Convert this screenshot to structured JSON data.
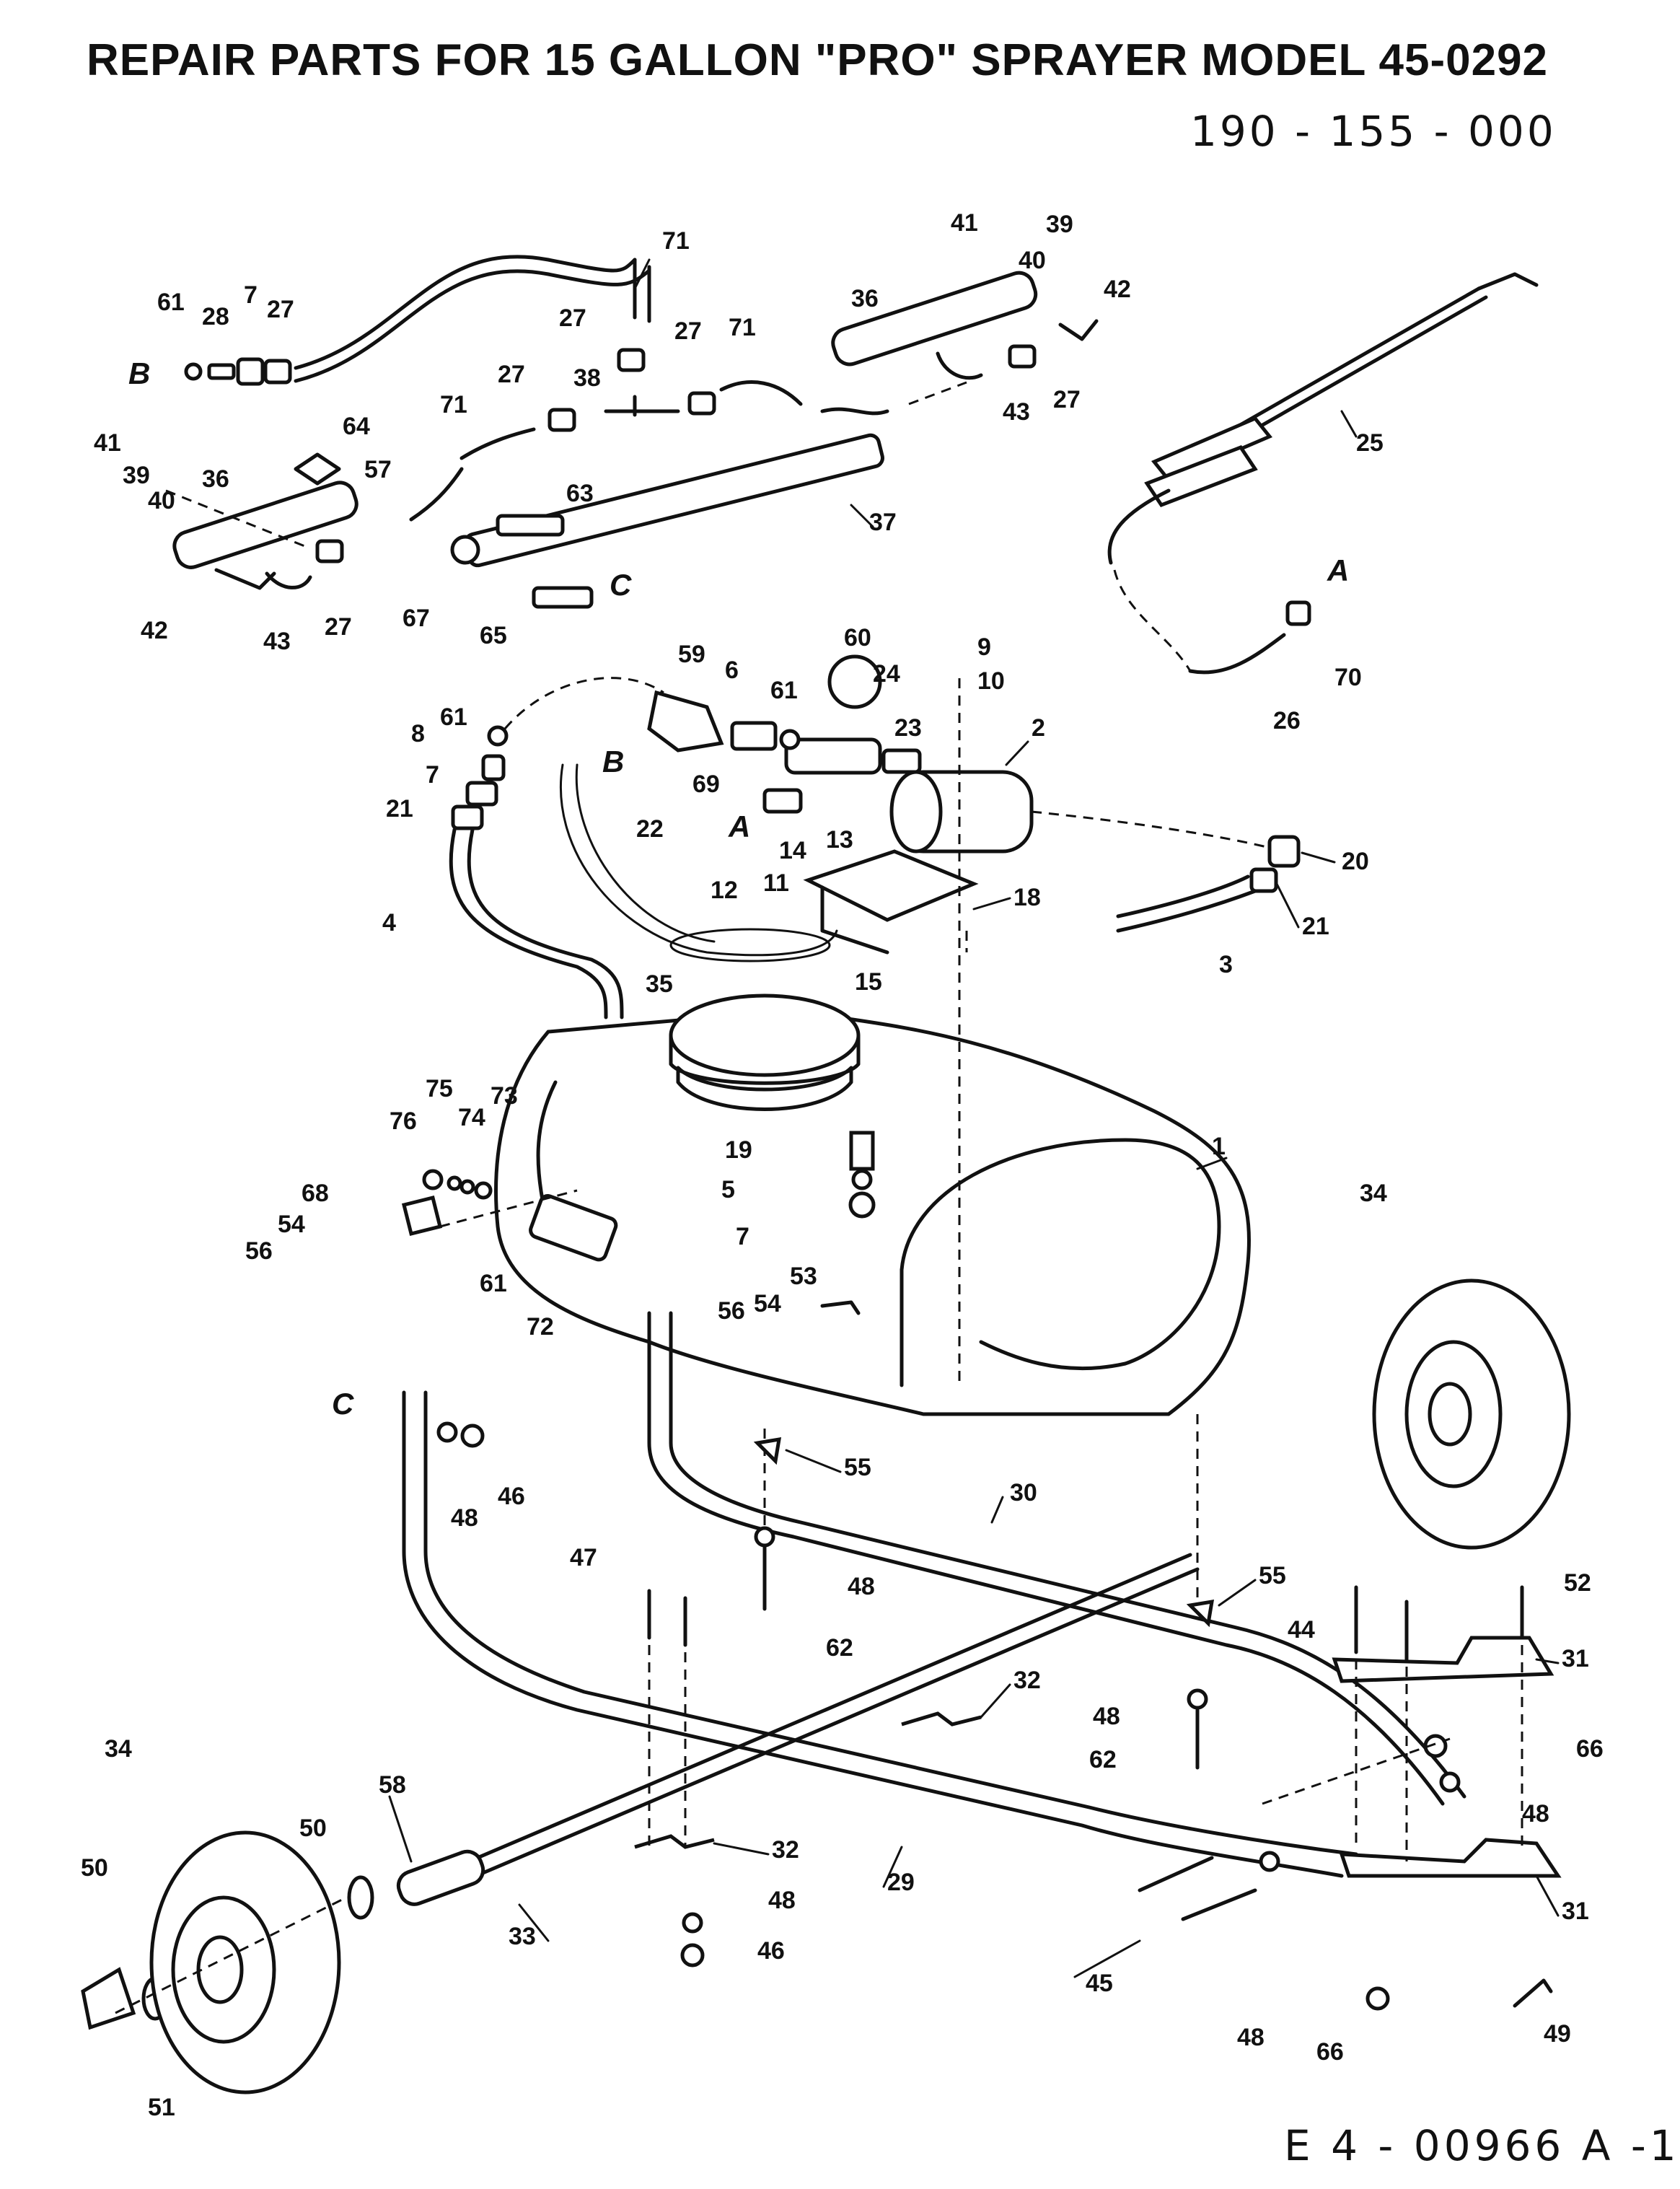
{
  "header": {
    "title": "REPAIR PARTS FOR 15 GALLON \"PRO\" SPRAYER  MODEL 45-0292",
    "part_number": "190 - 155 - 000"
  },
  "footer": {
    "drawing_number": "E 4 - 00966 A -1"
  },
  "callouts": {
    "c1": "1",
    "c2": "2",
    "c3": "3",
    "c4": "4",
    "c5": "5",
    "c6": "6",
    "c7a": "7",
    "c7b": "7",
    "c7c": "7",
    "c8": "8",
    "c9": "9",
    "c10": "10",
    "c11": "11",
    "c12": "12",
    "c13": "13",
    "c14": "14",
    "c15": "15",
    "c18": "18",
    "c19": "19",
    "c20": "20",
    "c21a": "21",
    "c21b": "21",
    "c22": "22",
    "c23": "23",
    "c24": "24",
    "c25": "25",
    "c26": "26",
    "c27a": "27",
    "c27b": "27",
    "c27c": "27",
    "c27d": "27",
    "c27e": "27",
    "c27f": "27",
    "c28": "28",
    "c29": "29",
    "c30": "30",
    "c31a": "31",
    "c31b": "31",
    "c32a": "32",
    "c32b": "32",
    "c33": "33",
    "c34a": "34",
    "c34b": "34",
    "c35": "35",
    "c36a": "36",
    "c36b": "36",
    "c37": "37",
    "c38": "38",
    "c39a": "39",
    "c39b": "39",
    "c40a": "40",
    "c40b": "40",
    "c41a": "41",
    "c41b": "41",
    "c42a": "42",
    "c42b": "42",
    "c43a": "43",
    "c43b": "43",
    "c44": "44",
    "c45": "45",
    "c46a": "46",
    "c46b": "46",
    "c47": "47",
    "c48a": "48",
    "c48b": "48",
    "c48c": "48",
    "c48d": "48",
    "c48e": "48",
    "c48f": "48",
    "c49": "49",
    "c50a": "50",
    "c50b": "50",
    "c51": "51",
    "c52": "52",
    "c53": "53",
    "c54a": "54",
    "c54b": "54",
    "c55a": "55",
    "c55b": "55",
    "c56a": "56",
    "c56b": "56",
    "c57": "57",
    "c58": "58",
    "c59": "59",
    "c60": "60",
    "c61a": "61",
    "c61b": "61",
    "c61c": "61",
    "c61d": "61",
    "c62a": "62",
    "c62b": "62",
    "c63": "63",
    "c64": "64",
    "c65": "65",
    "c66a": "66",
    "c66b": "66",
    "c67": "67",
    "c68": "68",
    "c69": "69",
    "c70": "70",
    "c71a": "71",
    "c71b": "71",
    "c71c": "71",
    "c72": "72",
    "c73": "73",
    "c74": "74",
    "c75": "75",
    "c76": "76"
  },
  "connection_letters": {
    "A1": "A",
    "A2": "A",
    "B1": "B",
    "B2": "B",
    "C1": "C",
    "C2": "C"
  }
}
